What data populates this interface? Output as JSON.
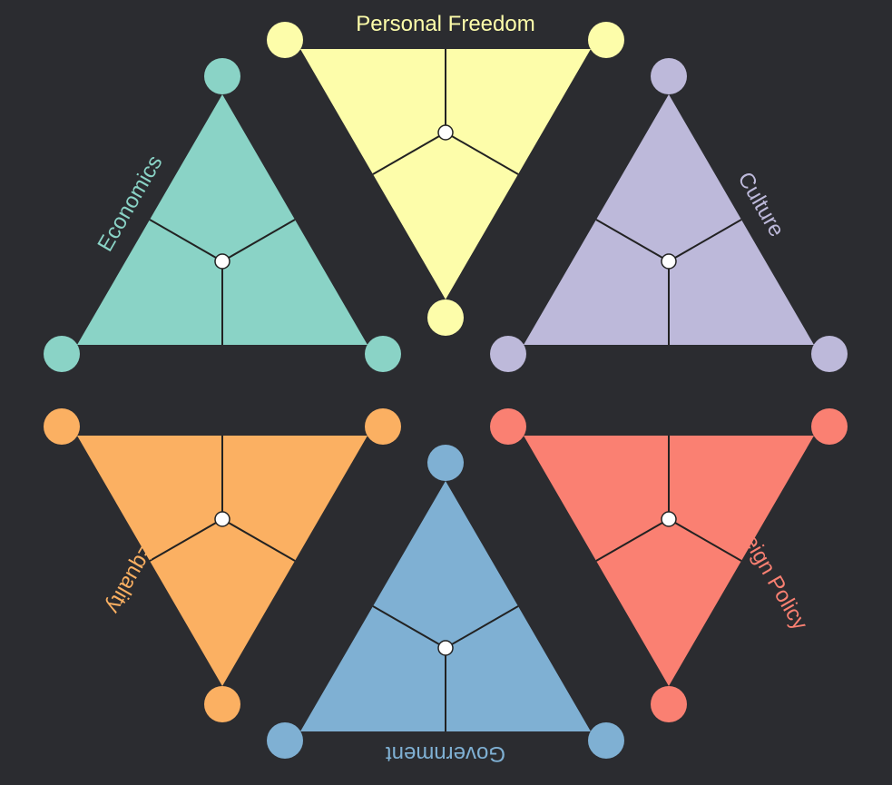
{
  "background": "#2b2c30",
  "panels": [
    {
      "id": "personal-freedom",
      "label": "Personal Freedom",
      "color": "#fdfdaa"
    },
    {
      "id": "economics",
      "label": "Economics",
      "color": "#8ad3c6"
    },
    {
      "id": "culture",
      "label": "Culture",
      "color": "#bdb9da"
    },
    {
      "id": "equality",
      "label": "Equality",
      "color": "#fbb062"
    },
    {
      "id": "government",
      "label": "Government",
      "color": "#7fb0d3"
    },
    {
      "id": "foreign-policy",
      "label": "Foreign Policy",
      "color": "#fa8072"
    }
  ]
}
